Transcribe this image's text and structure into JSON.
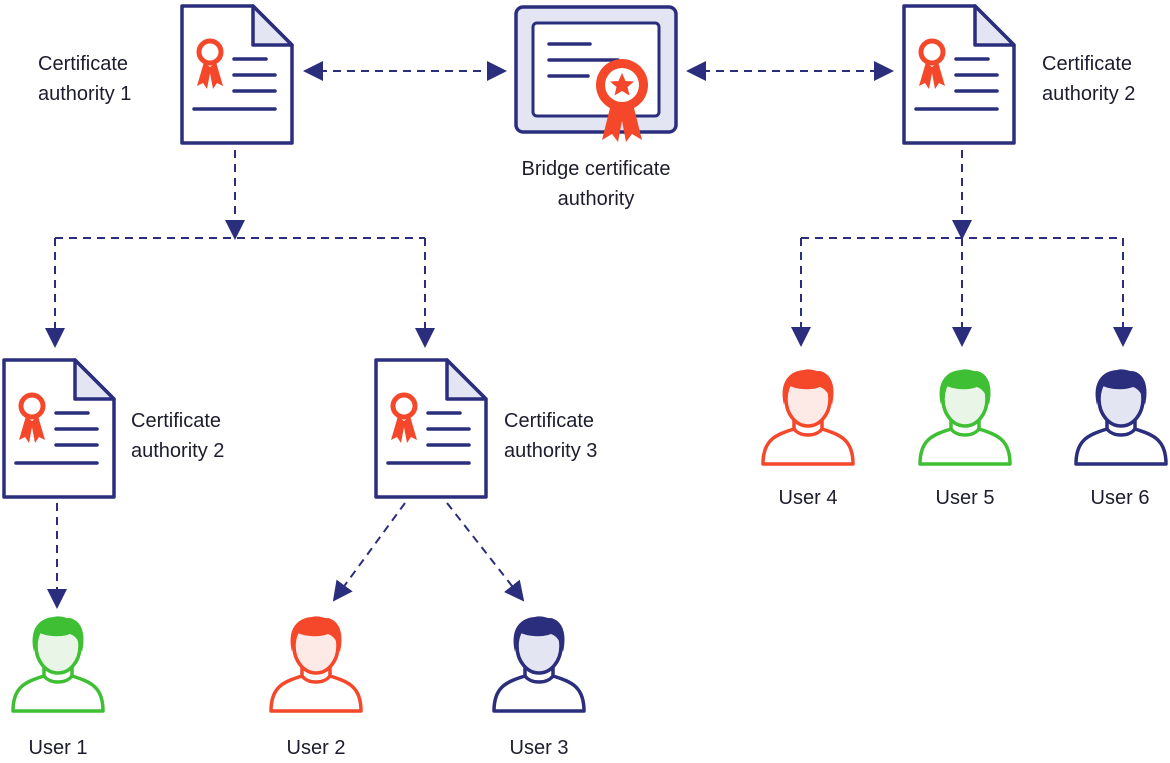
{
  "colors": {
    "navy": "#2b2e7c",
    "red": "#f5472a",
    "green": "#3fbf33",
    "doc_fill": "#ffffff",
    "doc_fold": "#e4e5f3",
    "bridge_fill": "#e4e5f3",
    "red_face": "#fde9e6",
    "green_face": "#e9f6e7",
    "navy_face": "#e4e5f3"
  },
  "nodes": {
    "ca1": {
      "line1": "Certificate",
      "line2": "authority 1",
      "icon": "certificate-document-icon"
    },
    "bridge": {
      "line1": "Bridge certificate",
      "line2": "authority",
      "icon": "bridge-certificate-icon"
    },
    "ca2_top": {
      "line1": "Certificate",
      "line2": "authority 2",
      "icon": "certificate-document-icon"
    },
    "ca2_sub": {
      "line1": "Certificate",
      "line2": "authority 2",
      "icon": "certificate-document-icon"
    },
    "ca3_sub": {
      "line1": "Certificate",
      "line2": "authority 3",
      "icon": "certificate-document-icon"
    }
  },
  "users": [
    {
      "label": "User 1",
      "color": "green",
      "icon": "user-icon"
    },
    {
      "label": "User 2",
      "color": "red",
      "icon": "user-icon"
    },
    {
      "label": "User 3",
      "color": "navy",
      "icon": "user-icon"
    },
    {
      "label": "User 4",
      "color": "red",
      "icon": "user-icon"
    },
    {
      "label": "User 5",
      "color": "green",
      "icon": "user-icon"
    },
    {
      "label": "User 6",
      "color": "navy",
      "icon": "user-icon"
    }
  ]
}
